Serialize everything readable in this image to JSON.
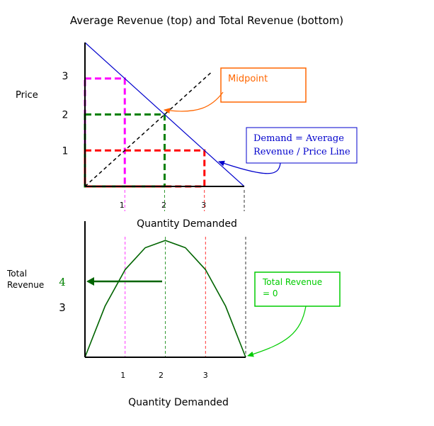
{
  "title": "Average Revenue (top) and Total Revenue (bottom)",
  "chart_data": [
    {
      "type": "line",
      "ylabel": "Price",
      "xlabel": "Quantity Demanded",
      "x_ticks": [
        "1",
        "2",
        "3"
      ],
      "y_ticks": [
        "1",
        "2",
        "3"
      ],
      "xlim": [
        0,
        4
      ],
      "ylim": [
        0,
        4
      ],
      "series": [
        {
          "name": "Demand = Average Revenue / Price Line",
          "x": [
            0,
            4
          ],
          "y": [
            4,
            0
          ],
          "color": "#0000cc"
        }
      ],
      "reference_line": {
        "x": [
          0,
          3.2
        ],
        "y": [
          0,
          3.2
        ],
        "color": "#000000",
        "style": "dashed"
      },
      "rectangles": [
        {
          "x": 1,
          "y": 3,
          "color": "#ff00ff"
        },
        {
          "x": 2,
          "y": 2,
          "color": "#008000"
        },
        {
          "x": 3,
          "y": 1,
          "color": "#ff0000"
        }
      ],
      "annotations": [
        {
          "text": "Midpoint",
          "color": "#ff6600"
        },
        {
          "text_lines": [
            "Demand = Average",
            "Revenue / Price Line"
          ],
          "color": "#0000cc"
        }
      ]
    },
    {
      "type": "line",
      "ylabel_lines": [
        "Total",
        "Revenue"
      ],
      "xlabel": "Quantity Demanded",
      "x_ticks": [
        "1",
        "2",
        "3"
      ],
      "y_ticks": [
        {
          "label": "4",
          "color": "#008000"
        },
        {
          "label": "3",
          "color": "#000000"
        }
      ],
      "xlim": [
        0,
        4
      ],
      "ylim": [
        0,
        5
      ],
      "series": [
        {
          "name": "Total Revenue",
          "x": [
            0,
            0.5,
            1,
            1.5,
            2,
            2.5,
            3,
            3.5,
            4
          ],
          "y": [
            0,
            1.75,
            3,
            3.75,
            4,
            3.75,
            3,
            1.75,
            0
          ],
          "color": "#006400"
        }
      ],
      "annotations": [
        {
          "text_lines": [
            "Total Revenue",
            "= 0"
          ],
          "color": "#00cc00"
        }
      ]
    }
  ]
}
